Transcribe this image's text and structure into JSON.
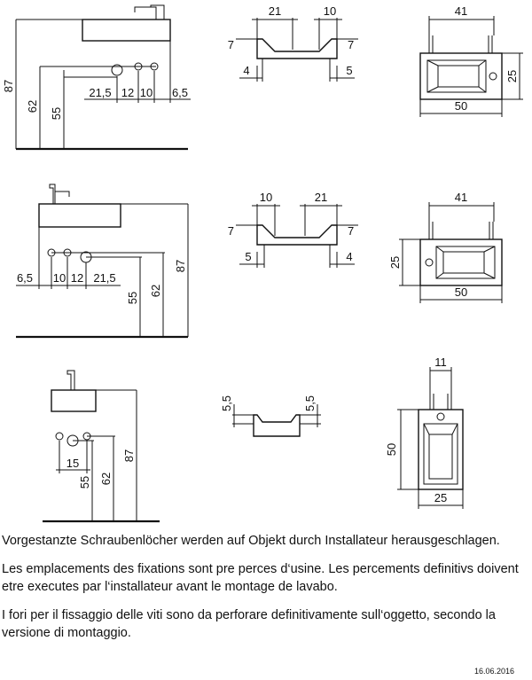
{
  "row1": {
    "side": {
      "h_total": "87",
      "h_62": "62",
      "h_55": "55",
      "d1": "21,5",
      "d2": "12",
      "d3": "10",
      "d4": "6,5"
    },
    "section": {
      "w_left": "21",
      "w_right": "10",
      "h_left": "7",
      "h_right": "7",
      "b_left": "4",
      "b_right": "5"
    },
    "top": {
      "width_top": "41",
      "depth": "25",
      "width_bottom": "50"
    }
  },
  "row2": {
    "side": {
      "h_total": "87",
      "h_62": "62",
      "h_55": "55",
      "d1": "6,5",
      "d2": "10",
      "d3": "12",
      "d4": "21,5"
    },
    "section": {
      "w_left": "10",
      "w_right": "21",
      "h_left": "7",
      "h_right": "7",
      "b_left": "5",
      "b_right": "4"
    },
    "top": {
      "width_top": "41",
      "depth": "25",
      "width_bottom": "50"
    }
  },
  "row3": {
    "side": {
      "h_total": "87",
      "h_62": "62",
      "h_55": "55",
      "d1": "15"
    },
    "section": {
      "h_left": "5,5",
      "h_right": "5,5"
    },
    "top": {
      "width_top": "11",
      "depth": "50",
      "width_bottom": "25"
    }
  },
  "notes": {
    "de": "Vorgestanzte Schraubenlöcher werden auf Objekt durch Installateur herausgeschlagen.",
    "fr": "Les emplacements des fixations sont pre perces d‘usine. Les percements definitivs doivent etre executes par l‘installateur avant le montage de lavabo.",
    "it": "I fori per il fissaggio delle viti sono da perforare definitivamente sull‘oggetto, secondo la versione di montaggio."
  },
  "date": "16.06.2016"
}
